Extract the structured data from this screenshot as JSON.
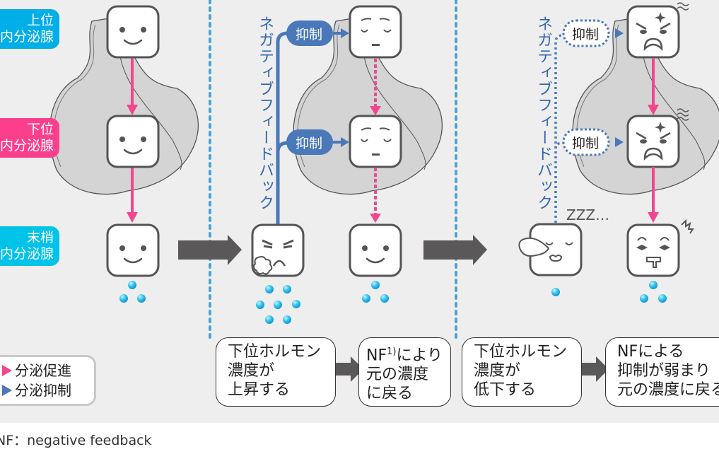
{
  "colors": {
    "upper_gland": "#00aee8",
    "lower_gland": "#fb3f8c",
    "peripheral_gland": "#00c3ea",
    "stimulate_arrow": "#f4468f",
    "inhibit_arrow": "#4a78b8",
    "hormone_dot": "#29b6e6",
    "divider": "#4ea3d8",
    "big_arrow": "#5a5859"
  },
  "gland_labels": [
    {
      "id": "upper",
      "line1": "上位",
      "line2": "内分泌腺"
    },
    {
      "id": "lower",
      "line1": "下位",
      "line2": "内分泌腺"
    },
    {
      "id": "peripheral",
      "line1": "末梢",
      "line2": "内分泌腺"
    }
  ],
  "legend": {
    "stimulate": "分泌促進",
    "inhibit": "分泌抑制"
  },
  "panels": [
    {
      "id": "normal",
      "faces": [
        "smile",
        "smile",
        "smile"
      ],
      "hormone_dots": 3
    },
    {
      "id": "elevated",
      "feedback_label": "ネガティブフィードバック",
      "inhibit_labels": [
        "抑制",
        "抑制"
      ],
      "faces": [
        "sleepy",
        "sleepy",
        "angry-puff",
        "smile"
      ],
      "hormone_dots": [
        7,
        3
      ]
    },
    {
      "id": "decreased",
      "feedback_label": "ネガティブフィードバック",
      "inhibit_labels": [
        "抑制",
        "抑制"
      ],
      "sleep_text": "ZZZ…",
      "faces": [
        "angry",
        "angry",
        "sleeping",
        "drooling"
      ],
      "hormone_dots": [
        1,
        3
      ]
    }
  ],
  "summary_boxes": [
    {
      "lines": [
        "下位ホルモン",
        "濃度が",
        "上昇する"
      ]
    },
    {
      "lines_html_parts": {
        "prefix": "NF",
        "sup": "1)",
        "suffix": "により"
      },
      "lines": [
        "元の濃度",
        "に戻る"
      ]
    },
    {
      "lines": [
        "下位ホルモン",
        "濃度が",
        "低下する"
      ]
    },
    {
      "lines": [
        "NFによる",
        "抑制が弱まり",
        "元の濃度に戻る"
      ]
    }
  ],
  "footnote": {
    "abbrev": "NF：negative feedback"
  }
}
